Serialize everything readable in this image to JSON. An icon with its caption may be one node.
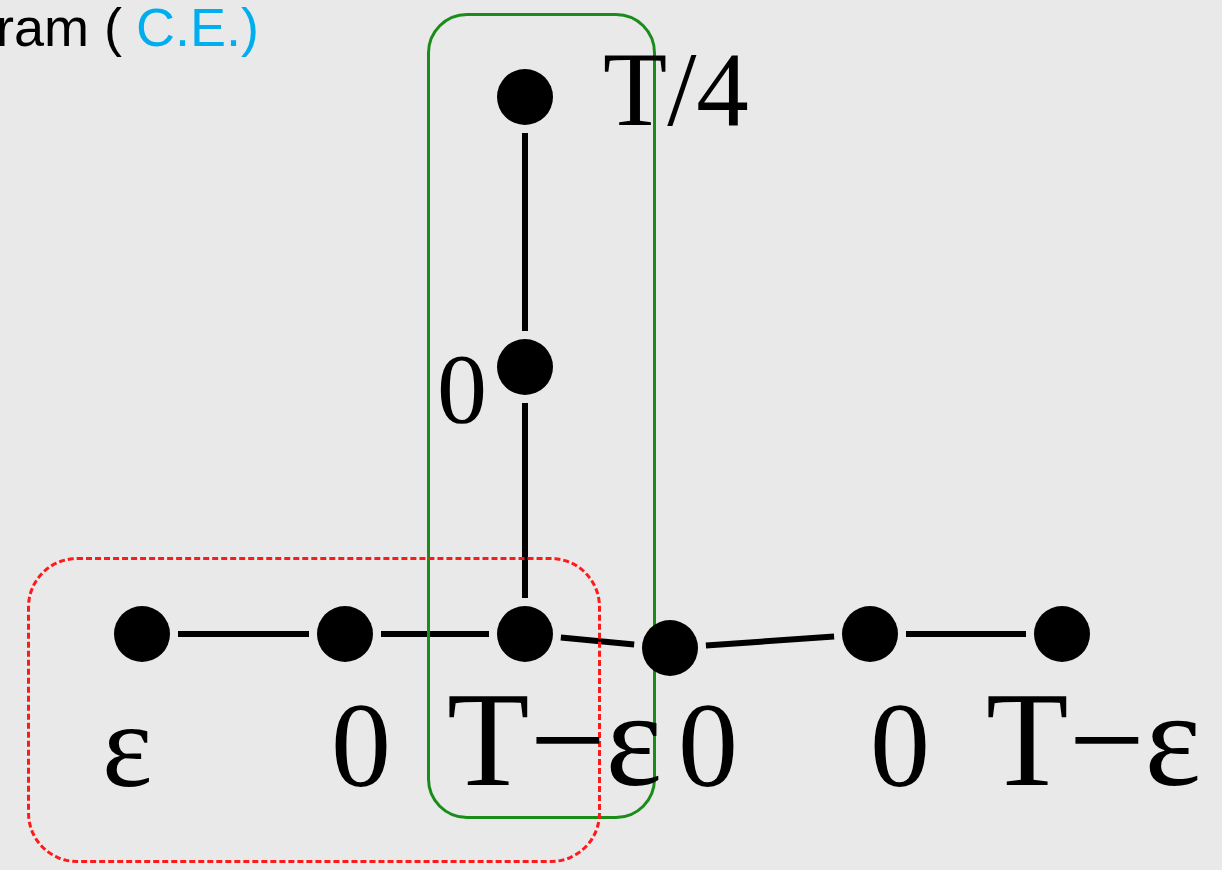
{
  "diagram": {
    "nodes": [
      {
        "text": [],
        "shape": "box"
      },
      {
        "text": [],
        "shape": "circle",
        "in": 0,
        "beside": [
          "T/4"
        ]
      },
      {
        "text": [],
        "shape": "circle",
        "in": 0,
        "beside": [
          "0"
        ]
      },
      {
        "text": [],
        "shape": "box"
      },
      {
        "text": [],
        "shape": "circle",
        "in": 3,
        "beside": [
          "ε"
        ]
      },
      {
        "text": [],
        "shape": "circle",
        "in": 3,
        "beside": [
          "0"
        ]
      },
      {
        "text": [],
        "shape": "circle",
        "beside": [
          "T−ε"
        ]
      },
      {
        "text": [],
        "shape": "circle",
        "beside": [
          "0"
        ]
      },
      {
        "text": [],
        "shape": "circle",
        "beside": [
          "0"
        ]
      },
      {
        "text": [],
        "shape": "circle",
        "beside": [
          "T−ε"
        ]
      }
    ],
    "edges": [
      {
        "from": 1,
        "to": 2,
        "arrow": "none"
      },
      {
        "from": 2,
        "to": 6,
        "arrow": "none"
      },
      {
        "from": 4,
        "to": 5,
        "arrow": "none"
      },
      {
        "from": 5,
        "to": 6,
        "arrow": "none"
      },
      {
        "from": 6,
        "to": 7,
        "arrow": "none"
      },
      {
        "from": 7,
        "to": 8,
        "arrow": "none"
      },
      {
        "from": 8,
        "to": 9,
        "arrow": "none"
      }
    ],
    "labels": [
      "ram (",
      "C.E.)"
    ]
  }
}
